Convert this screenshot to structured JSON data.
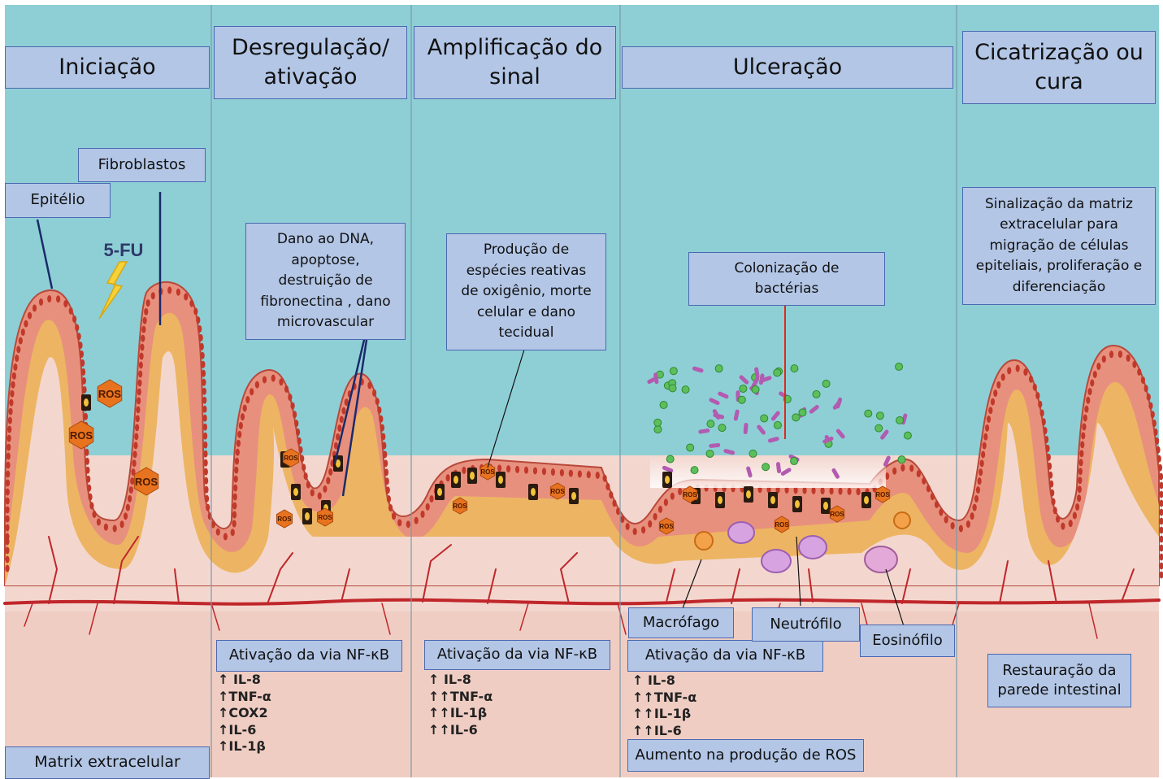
{
  "phases": {
    "iniciacao": "Iniciação",
    "desregulacao_l1": "Desregulação/",
    "desregulacao_l2": "ativação",
    "amplificacao_l1": "Amplificação do",
    "amplificacao_l2": "sinal",
    "ulceracao": "Ulceração",
    "cicatrizacao_l1": "Cicatrização ou",
    "cicatrizacao_l2": "cura"
  },
  "labels": {
    "fibroblastos": "Fibroblastos",
    "epitelio": "Epitélio",
    "five_fu": "5-FU",
    "ros": "ROS",
    "matrix": "Matrix extracelular",
    "macrofago": "Macrófago",
    "neutrofilo": "Neutrófilo",
    "eosinofilo": "Eosinófilo",
    "ros_aumento": "Aumento na produção de ROS",
    "restauracao_l1": "Restauração da",
    "restauracao_l2": "parede intestinal"
  },
  "descriptions": {
    "dano": [
      "Dano ao DNA,",
      "apoptose,",
      "destruição de",
      "fibronectina , dano",
      "microvascular"
    ],
    "producao": [
      "Produção de",
      "espécies reativas",
      "de oxigênio, morte",
      "celular e dano",
      "tecidual"
    ],
    "colonizacao": [
      "Colonização de",
      "bactérias"
    ],
    "sinalizacao": [
      "Sinalização da matriz",
      "extracelular para",
      "migração de células",
      "epiteliais, proliferação e",
      "diferenciação"
    ]
  },
  "nfkb": {
    "label": "Ativação da via NF-κB"
  },
  "markers": {
    "desregulacao": [
      "↑ IL-8",
      "↑TNF-α",
      "↑COX2",
      "↑IL-6",
      "↑IL-1β"
    ],
    "amplificacao": [
      "↑ IL-8",
      "↑↑TNF-α",
      "↑↑IL-1β",
      "↑↑IL-6"
    ],
    "ulceracao": [
      "↑ IL-8",
      "↑↑TNF-α",
      "↑↑IL-1β",
      "↑↑IL-6"
    ]
  },
  "colors": {
    "lumen": "#8ecfd6",
    "tissue": "#f3d7cf",
    "epithelium": "#e8907e",
    "nucleus": "#c0392b",
    "fibroblast": "#e8b23c",
    "vessel": "#c0262a",
    "label_box": "#b3c6e6",
    "label_border": "#4a68b0",
    "ros": "#e8731f",
    "bacteria_green": "#5cbf5c",
    "bacteria_purple": "#b25bb0"
  }
}
